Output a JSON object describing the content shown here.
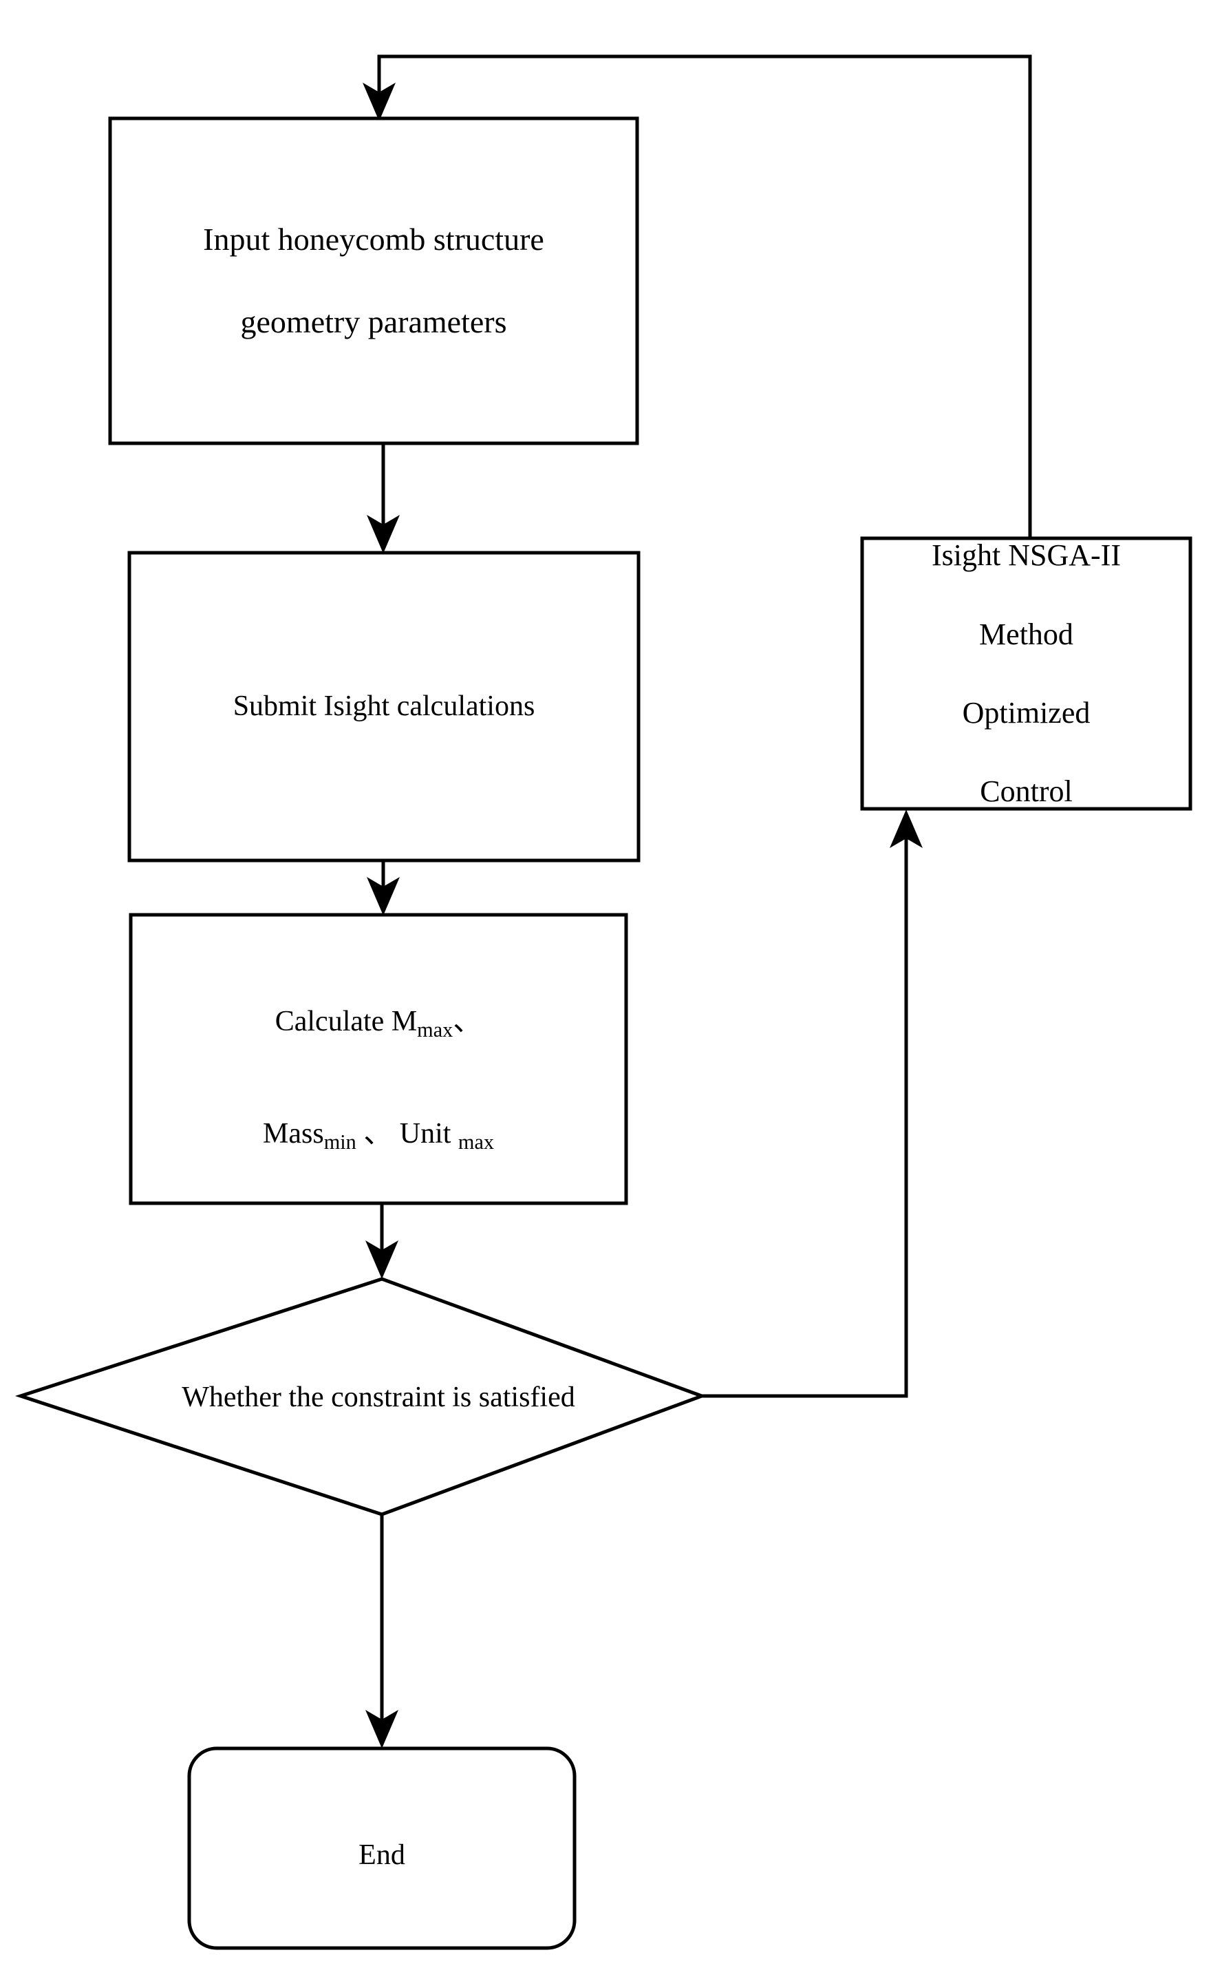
{
  "diagram": {
    "type": "flowchart",
    "title": "Honeycomb structure optimization flowchart",
    "orientation": "top-to-bottom with feedback loop",
    "background_color": "#ffffff",
    "line_color": "#000000",
    "text_color": "#000000"
  },
  "nodes": {
    "input": {
      "shape": "rectangle",
      "line1": "Input honeycomb structure",
      "line2": "geometry parameters"
    },
    "submit": {
      "shape": "rectangle",
      "line1": "Submit Isight calculations"
    },
    "calculate": {
      "shape": "rectangle",
      "line1_prefix": "Calculate M",
      "line1_sub": "max",
      "line1_suffix": "、",
      "line2_a_prefix": "Mass",
      "line2_a_sub": "min",
      "line2_sep": " 、 ",
      "line2_b_prefix": "Unit ",
      "line2_b_sub": "max"
    },
    "optimize": {
      "shape": "rectangle",
      "line1": "Isight NSGA-II",
      "line2": "Method",
      "line3": "Optimized",
      "line4": "Control"
    },
    "decision": {
      "shape": "diamond",
      "line1": "Whether the constraint is satisfied"
    },
    "end": {
      "shape": "rounded-rectangle",
      "line1": "End"
    }
  },
  "connectors": [
    {
      "name": "input-to-submit",
      "from": "input",
      "to": "submit",
      "arrow": "down"
    },
    {
      "name": "submit-to-calculate",
      "from": "submit",
      "to": "calculate",
      "arrow": "down"
    },
    {
      "name": "calculate-to-decision",
      "from": "calculate",
      "to": "decision",
      "arrow": "down"
    },
    {
      "name": "decision-to-end",
      "from": "decision",
      "to": "end",
      "arrow": "down"
    },
    {
      "name": "decision-to-optimize",
      "from": "decision",
      "to": "optimize",
      "arrow": "up"
    },
    {
      "name": "optimize-to-input",
      "from": "optimize",
      "to": "input",
      "arrow": "down"
    }
  ]
}
